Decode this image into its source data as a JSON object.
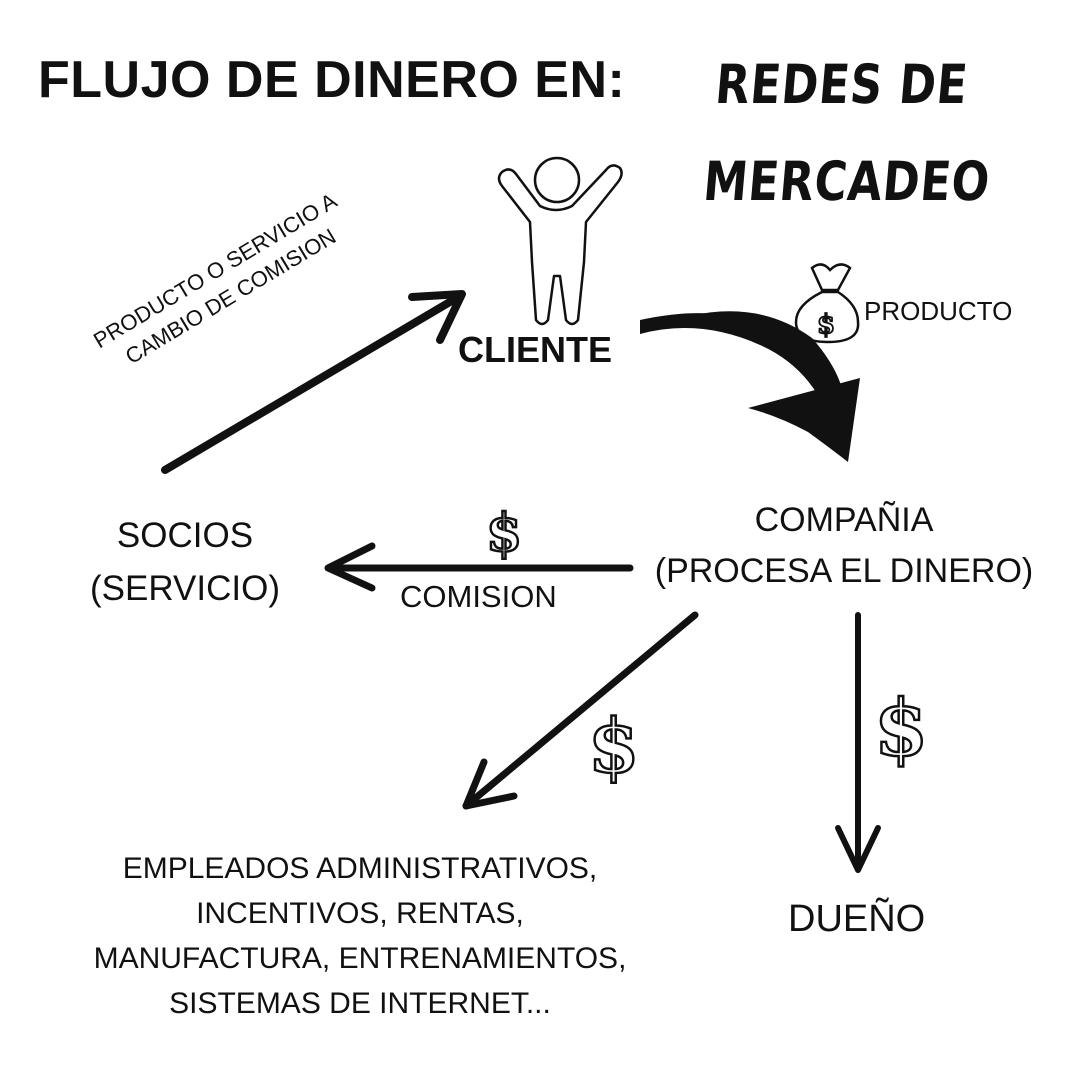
{
  "title": "FLUJO DE DINERO EN:",
  "subtitle_line1": "REDES DE",
  "subtitle_line2": "MERCADEO",
  "nodes": {
    "cliente": "CLIENTE",
    "socios_line1": "SOCIOS",
    "socios_line2": "(SERVICIO)",
    "compania_line1": "COMPAÑIA",
    "compania_line2": "(PROCESA EL DINERO)",
    "empleados_lines": [
      "EMPLEADOS ADMINISTRATIVOS,",
      "INCENTIVOS, RENTAS,",
      "MANUFACTURA, ENTRENAMIENTOS,",
      "SISTEMAS DE INTERNET..."
    ],
    "dueno": "DUEÑO"
  },
  "edges": {
    "socios_to_cliente_line1": "PRODUCTO O SERVICIO A",
    "socios_to_cliente_line2": "CAMBIO DE COMISION",
    "cliente_to_compania": "PRODUCTO",
    "compania_to_socios": "COMISION",
    "money_symbol": "$"
  },
  "colors": {
    "ink": "#111111",
    "background": "#ffffff"
  },
  "icons": [
    "person-icon",
    "money-bag-icon"
  ]
}
